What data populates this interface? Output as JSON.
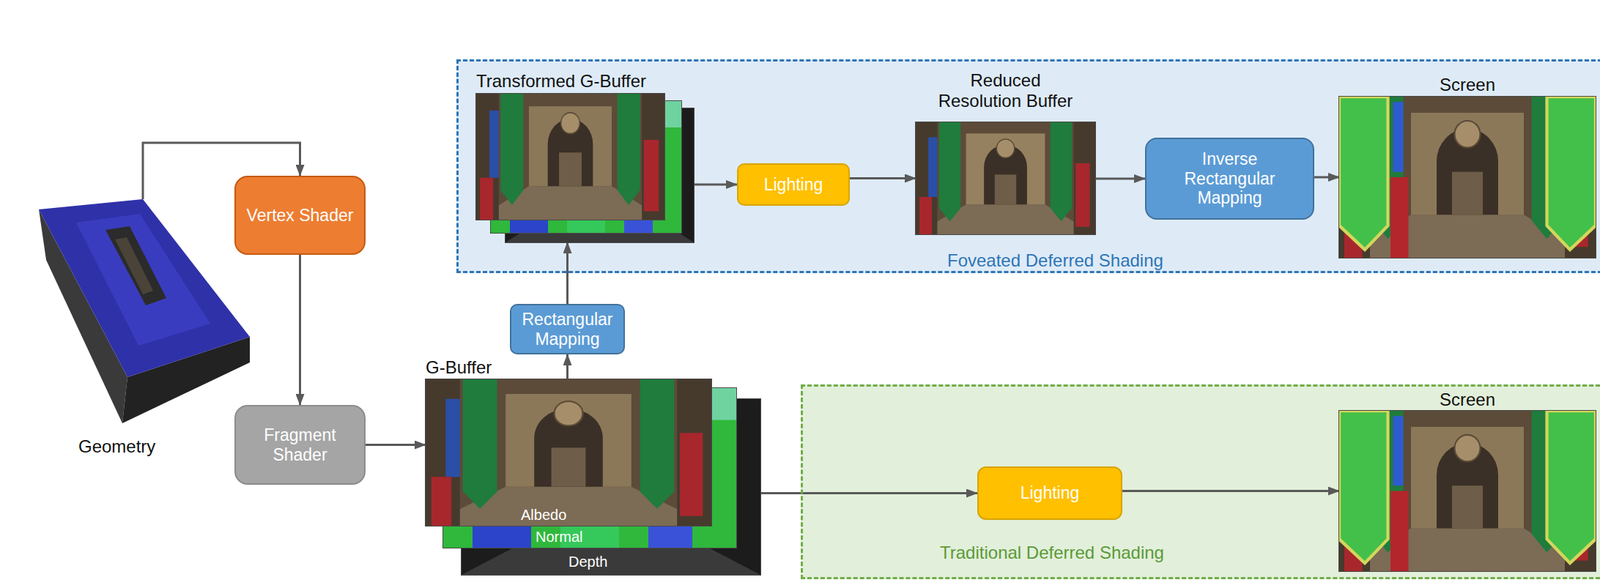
{
  "diagram": {
    "nodes": [
      {
        "text": [
          "Foveated Deferred Shading"
        ]
      },
      {
        "text": [
          "Transformed G-Buffer"
        ],
        "in": 0
      },
      {
        "text": [
          "Lighting"
        ],
        "in": 0
      },
      {
        "text": [
          "Reduced Resolution Buffer"
        ],
        "in": 0
      },
      {
        "text": [
          "Inverse Rectangular Mapping"
        ],
        "in": 0
      },
      {
        "text": [
          "Screen"
        ],
        "in": 0
      },
      {
        "text": [
          "Geometry"
        ]
      },
      {
        "text": [
          "Vertex Shader"
        ]
      },
      {
        "text": [
          "Rectangular Mapping"
        ]
      },
      {
        "text": [
          "Fragment Shader"
        ]
      },
      {
        "text": [
          "G-Buffer",
          "Albedo",
          "Normal",
          "Depth"
        ]
      },
      {
        "text": [
          "Traditional Deferred Shading"
        ]
      },
      {
        "text": [
          "Lighting"
        ],
        "in": 11
      },
      {
        "text": [
          "Screen"
        ],
        "in": 11
      }
    ],
    "edges": [
      {
        "from": 6,
        "to": 7,
        "arrow": "to"
      },
      {
        "from": 7,
        "to": 9,
        "arrow": "to"
      },
      {
        "from": 9,
        "to": 10,
        "arrow": "to"
      },
      {
        "from": 10,
        "to": 8,
        "arrow": "to"
      },
      {
        "from": 8,
        "to": 1,
        "arrow": "to"
      },
      {
        "from": 1,
        "to": 2,
        "arrow": "to"
      },
      {
        "from": 2,
        "to": 3,
        "arrow": "to"
      },
      {
        "from": 3,
        "to": 4,
        "arrow": "to"
      },
      {
        "from": 4,
        "to": 5,
        "arrow": "to"
      },
      {
        "from": 10,
        "to": 12,
        "arrow": "to"
      },
      {
        "from": 12,
        "to": 13,
        "arrow": "to"
      }
    ]
  }
}
